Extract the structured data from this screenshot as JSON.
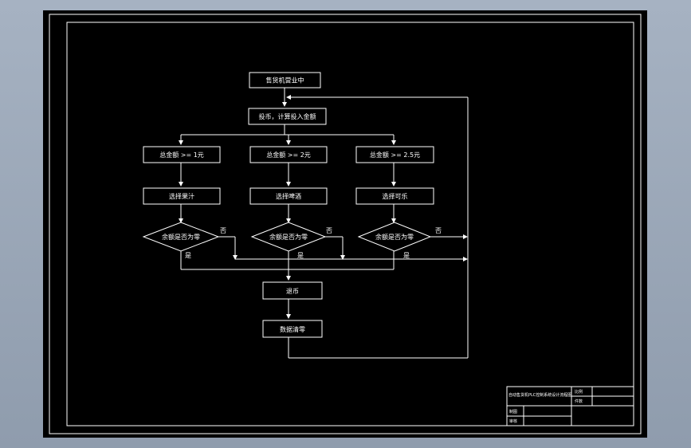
{
  "flowchart": {
    "start": "售货机营业中",
    "insert_coin": "投币，计算投入金额",
    "check_1": "总金额 >= 1元",
    "check_2": "总金额 >= 2元",
    "check_3": "总金额 >= 2.5元",
    "select_1": "选择果汁",
    "select_2": "选择啤酒",
    "select_3": "选择可乐",
    "decision_1": "余额是否为零",
    "decision_2": "余额是否为零",
    "decision_3": "余额是否为零",
    "no_label": "否",
    "yes_label": "是",
    "refund": "退币",
    "clear": "数据清零"
  },
  "title_block": {
    "title": "自动售货机PLC控制系统设计流程图",
    "row1_label": "比例",
    "row2_label": "件数",
    "left_row1": "制图",
    "left_row2": "审核"
  }
}
